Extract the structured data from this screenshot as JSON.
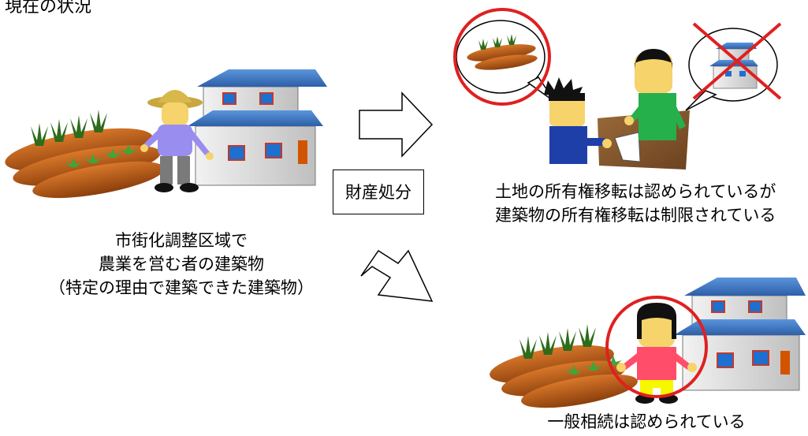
{
  "title": "現在の状況",
  "farmer_caption": {
    "line1": "市街化調整区域で",
    "line2": "農業を営む者の建築物",
    "line3": "（特定の理由で建築できた建築物）"
  },
  "action_label": "財産処分",
  "transfer_caption": {
    "line1": "土地の所有権移転は認められているが",
    "line2": "建築物の所有権移転は制限されている"
  },
  "inheritance_caption": "一般相続は認められている",
  "colors": {
    "allowed_circle": "#e02020",
    "prohibited_cross": "#e02020",
    "roof": "#3f7ac8",
    "field_soil": "#b85a16",
    "arrow_stroke": "#000000"
  }
}
